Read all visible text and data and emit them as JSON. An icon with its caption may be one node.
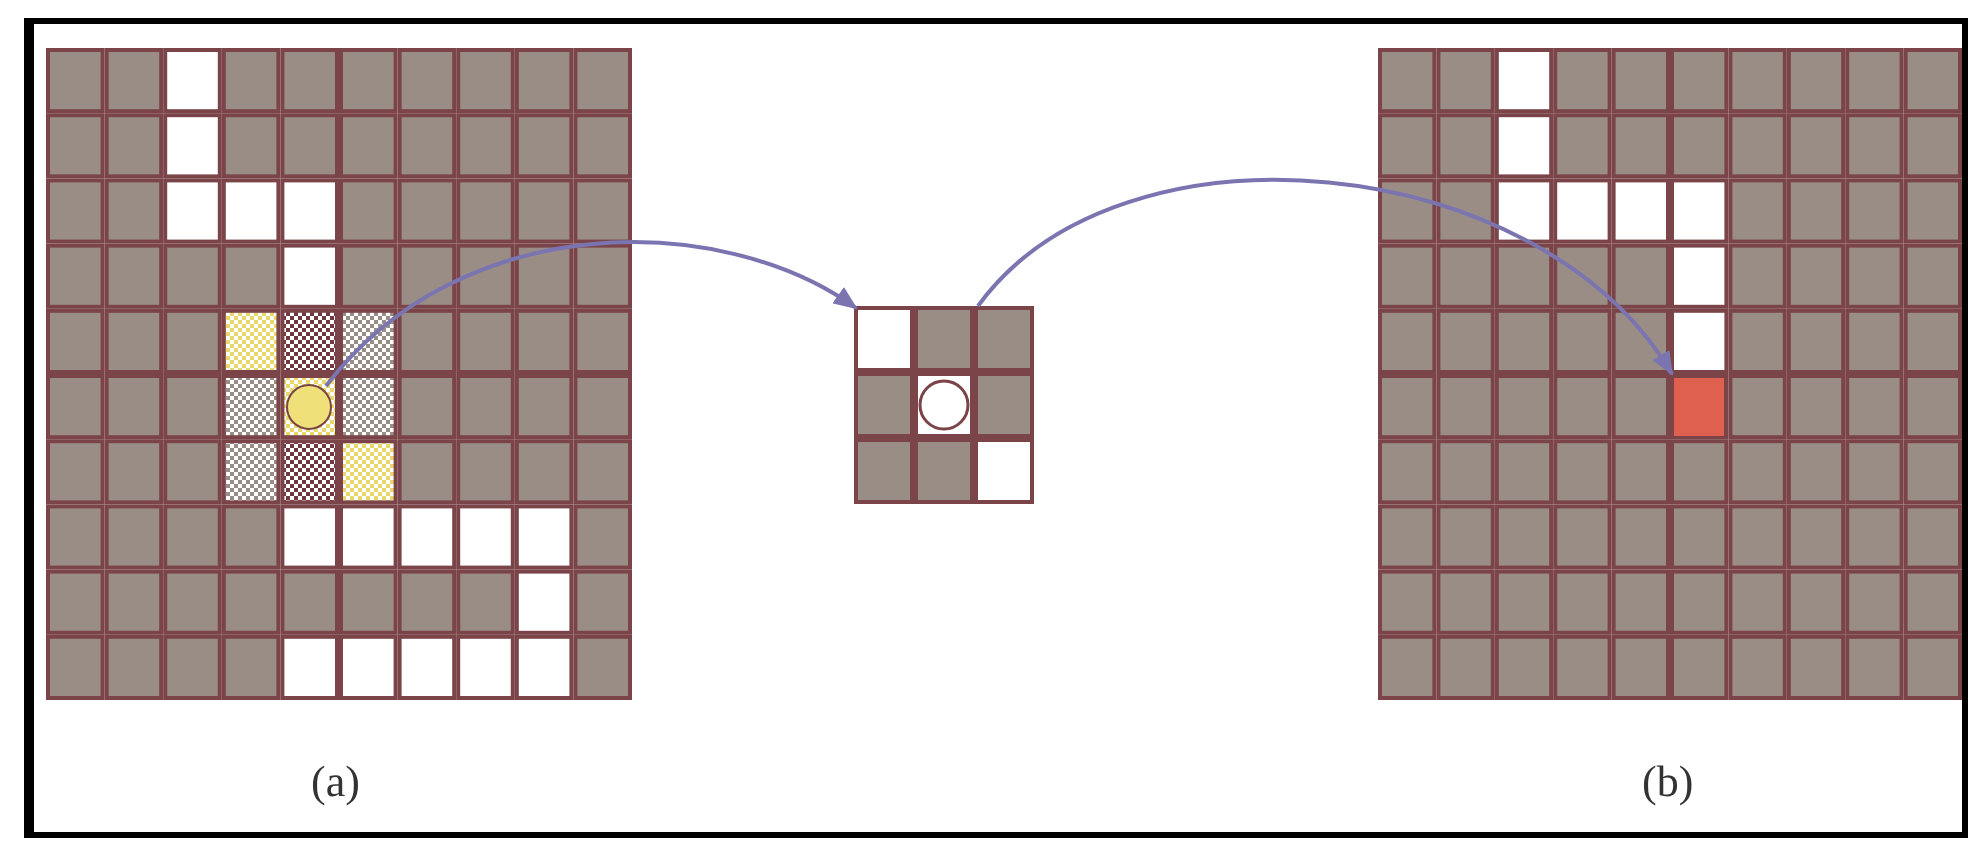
{
  "diagram": {
    "nodes": [
      {
        "text": [],
        "shape": "box",
        "beside": [
          "(a)"
        ]
      },
      {
        "text": [],
        "shape": "circle",
        "in": 0
      },
      {
        "text": [],
        "shape": "box"
      },
      {
        "text": [],
        "shape": "box",
        "beside": [
          "(b)"
        ]
      },
      {
        "text": [],
        "shape": "box",
        "in": 3
      }
    ],
    "edges": [
      {
        "from": 1,
        "to": 2,
        "arrow": "to"
      },
      {
        "from": 2,
        "to": 4,
        "arrow": "to"
      }
    ]
  }
}
